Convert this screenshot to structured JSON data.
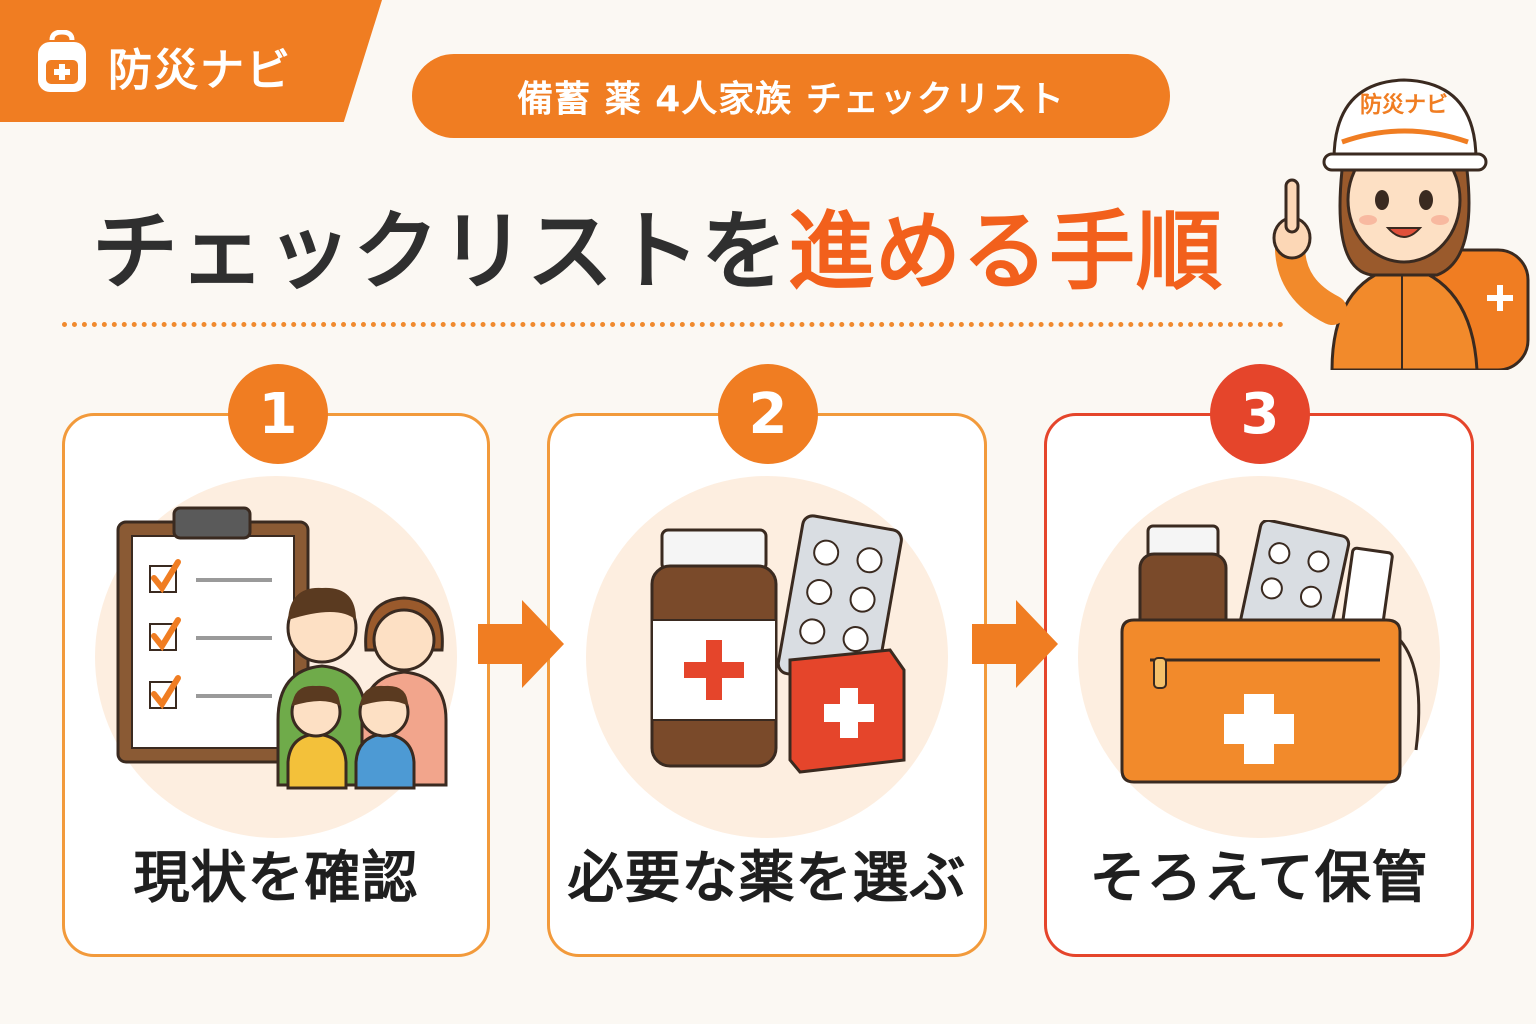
{
  "brand": {
    "name": "防災ナビ"
  },
  "header": {
    "pill_title": "備蓄 薬 4人家族 チェックリスト"
  },
  "headline": {
    "part_dark": "チェックリストを",
    "part_accent": "進める手順"
  },
  "mascot": {
    "helmet_text": "防災ナビ"
  },
  "steps": [
    {
      "number": "1",
      "label": "現状を確認"
    },
    {
      "number": "2",
      "label": "必要な薬を選ぶ"
    },
    {
      "number": "3",
      "label": "そろえて保管"
    }
  ],
  "colors": {
    "accent": "#f07d22",
    "accent_red": "#e5452b",
    "headline_accent": "#f2601c"
  },
  "icons": [
    "backpack-first-aid-icon",
    "clipboard-checklist-icon",
    "family-icon",
    "medicine-bottle-icon",
    "pill-blister-icon",
    "first-aid-box-icon",
    "first-aid-pouch-icon",
    "arrow-right-icon"
  ]
}
